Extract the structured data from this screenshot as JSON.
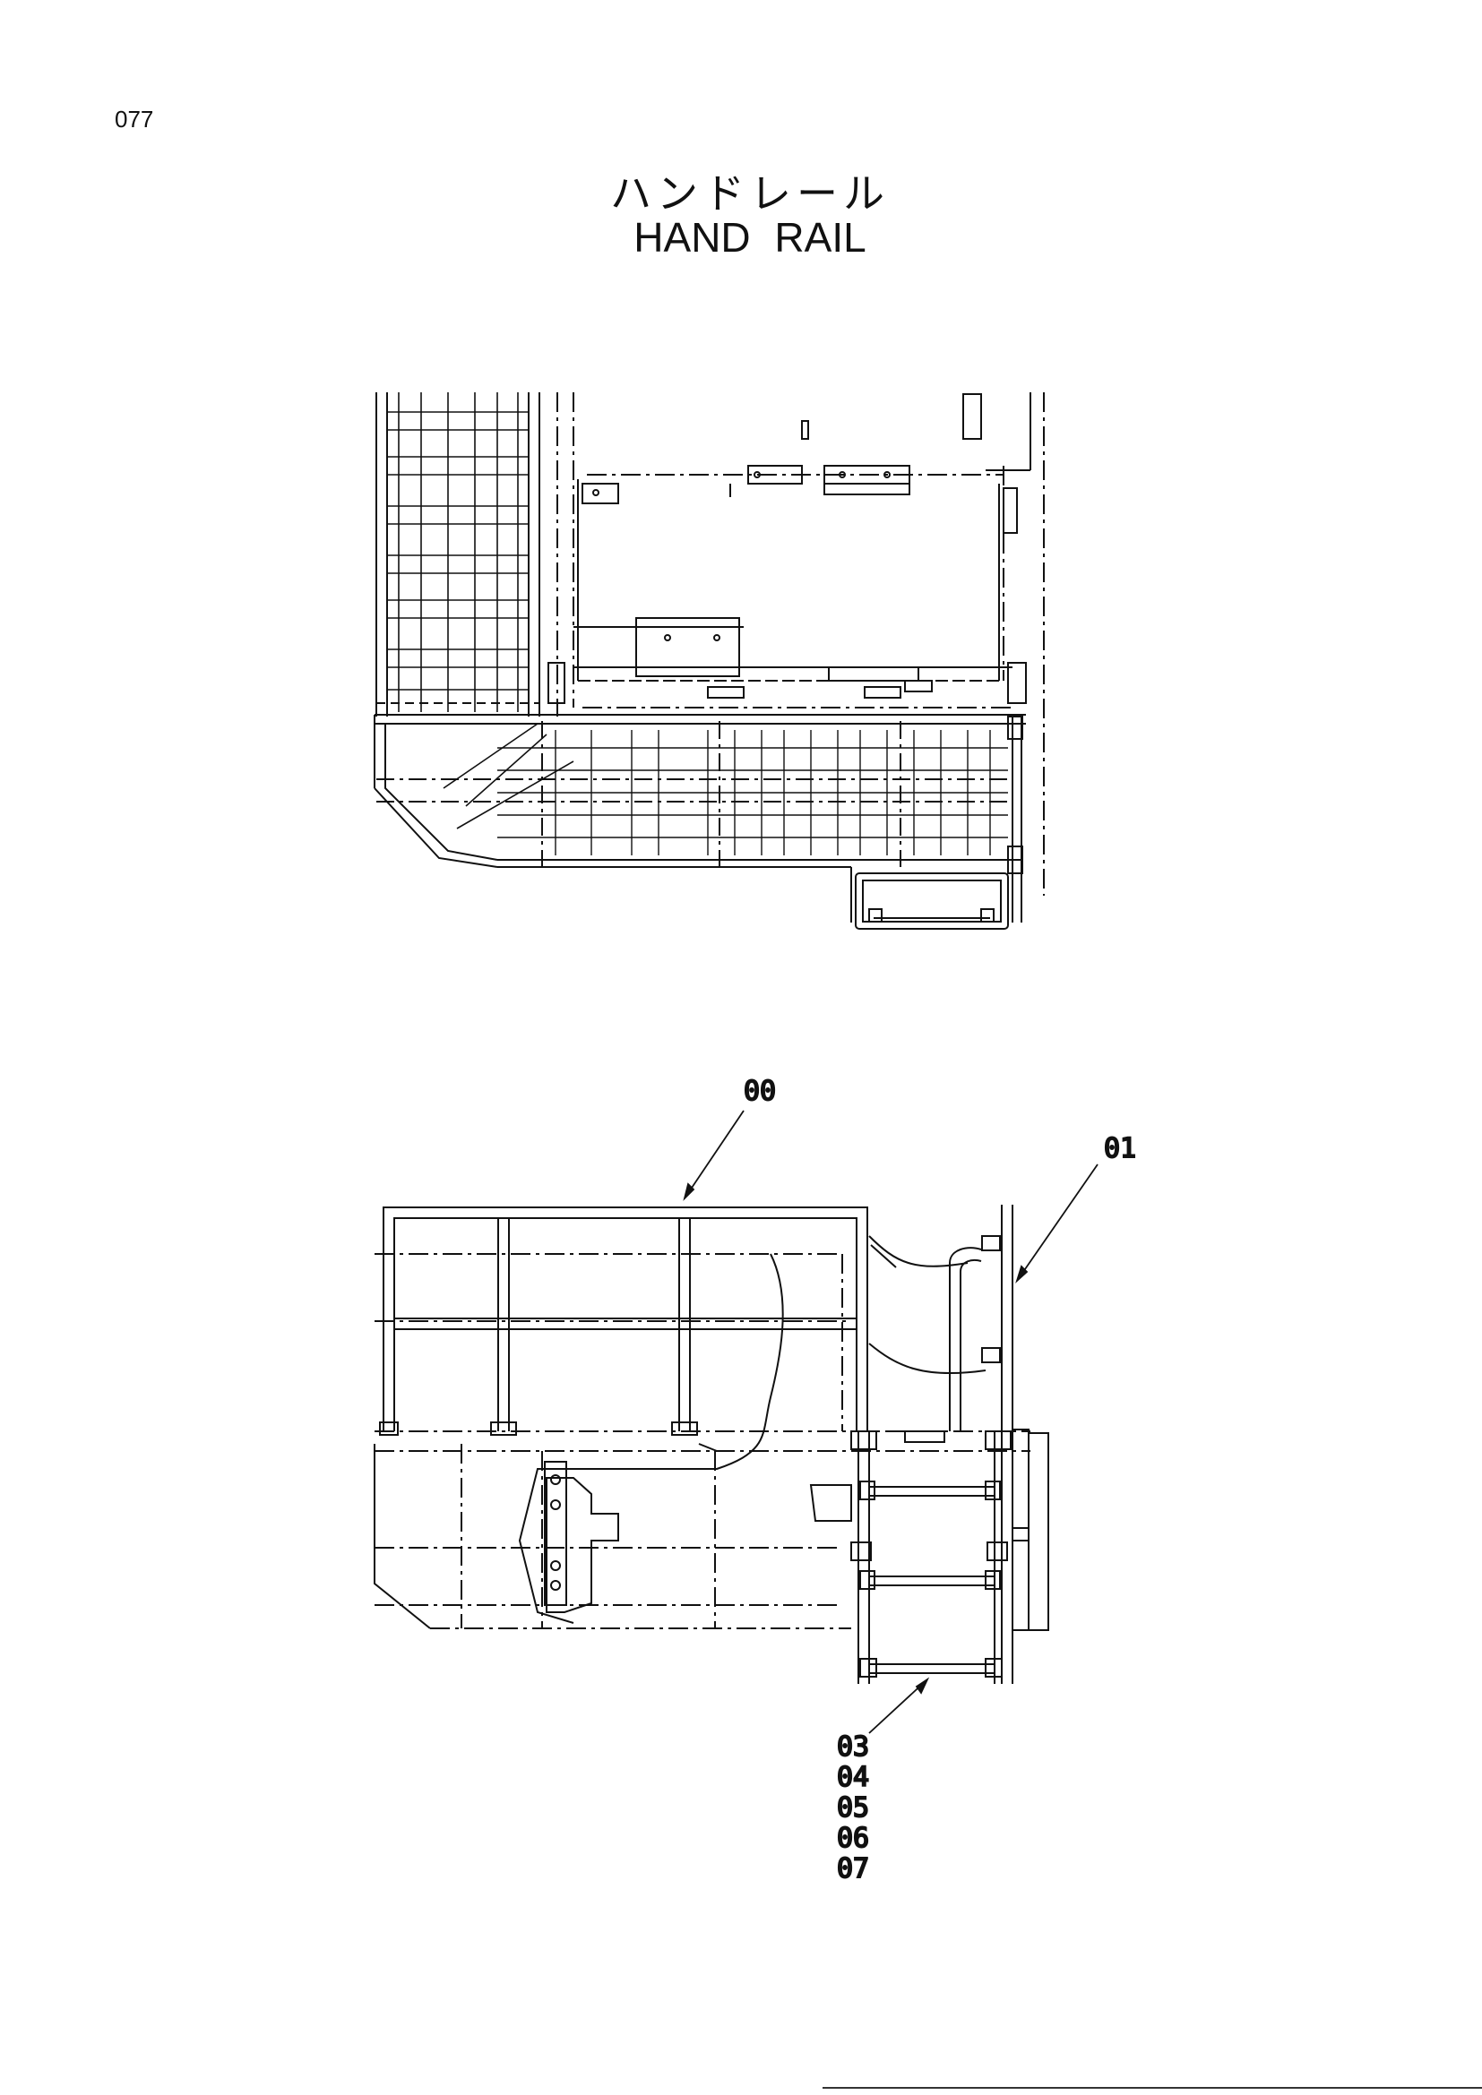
{
  "page": {
    "number": "077"
  },
  "title": {
    "jp": "ハンドレール",
    "en": "HAND  RAIL"
  },
  "callouts": {
    "c00": "00",
    "c01": "01",
    "c03": "03",
    "c04": "04",
    "c05": "05",
    "c06": "06",
    "c07": "07"
  },
  "colors": {
    "line": "#111111",
    "background": "#ffffff"
  }
}
